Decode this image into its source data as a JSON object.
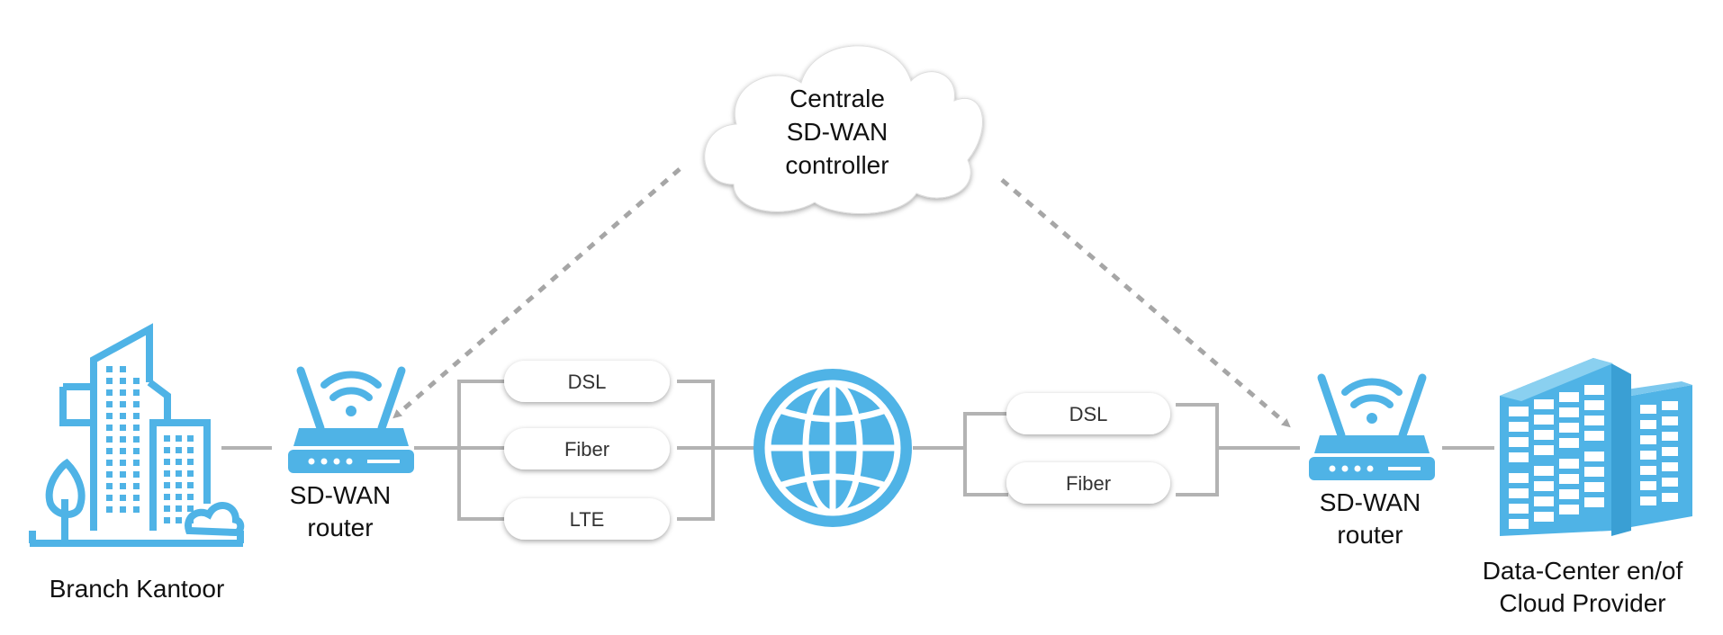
{
  "cloud": {
    "line1": "Centrale",
    "line2": "SD-WAN",
    "line3": "controller"
  },
  "branch": {
    "label": "Branch Kantoor",
    "icon": "office-building-icon"
  },
  "router_left": {
    "line1": "SD-WAN",
    "line2": "router",
    "icon": "wifi-router-icon"
  },
  "router_right": {
    "line1": "SD-WAN",
    "line2": "router",
    "icon": "wifi-router-icon"
  },
  "left_links": [
    "DSL",
    "Fiber",
    "LTE"
  ],
  "right_links": [
    "DSL",
    "Fiber"
  ],
  "internet": {
    "icon": "globe-icon"
  },
  "datacenter": {
    "line1": "Data-Center en/of",
    "line2": "Cloud Provider",
    "icon": "server-rack-icon"
  },
  "colors": {
    "accent": "#4FB3E6",
    "line": "#B3B3B3",
    "dotted": "#A6A6A6"
  }
}
